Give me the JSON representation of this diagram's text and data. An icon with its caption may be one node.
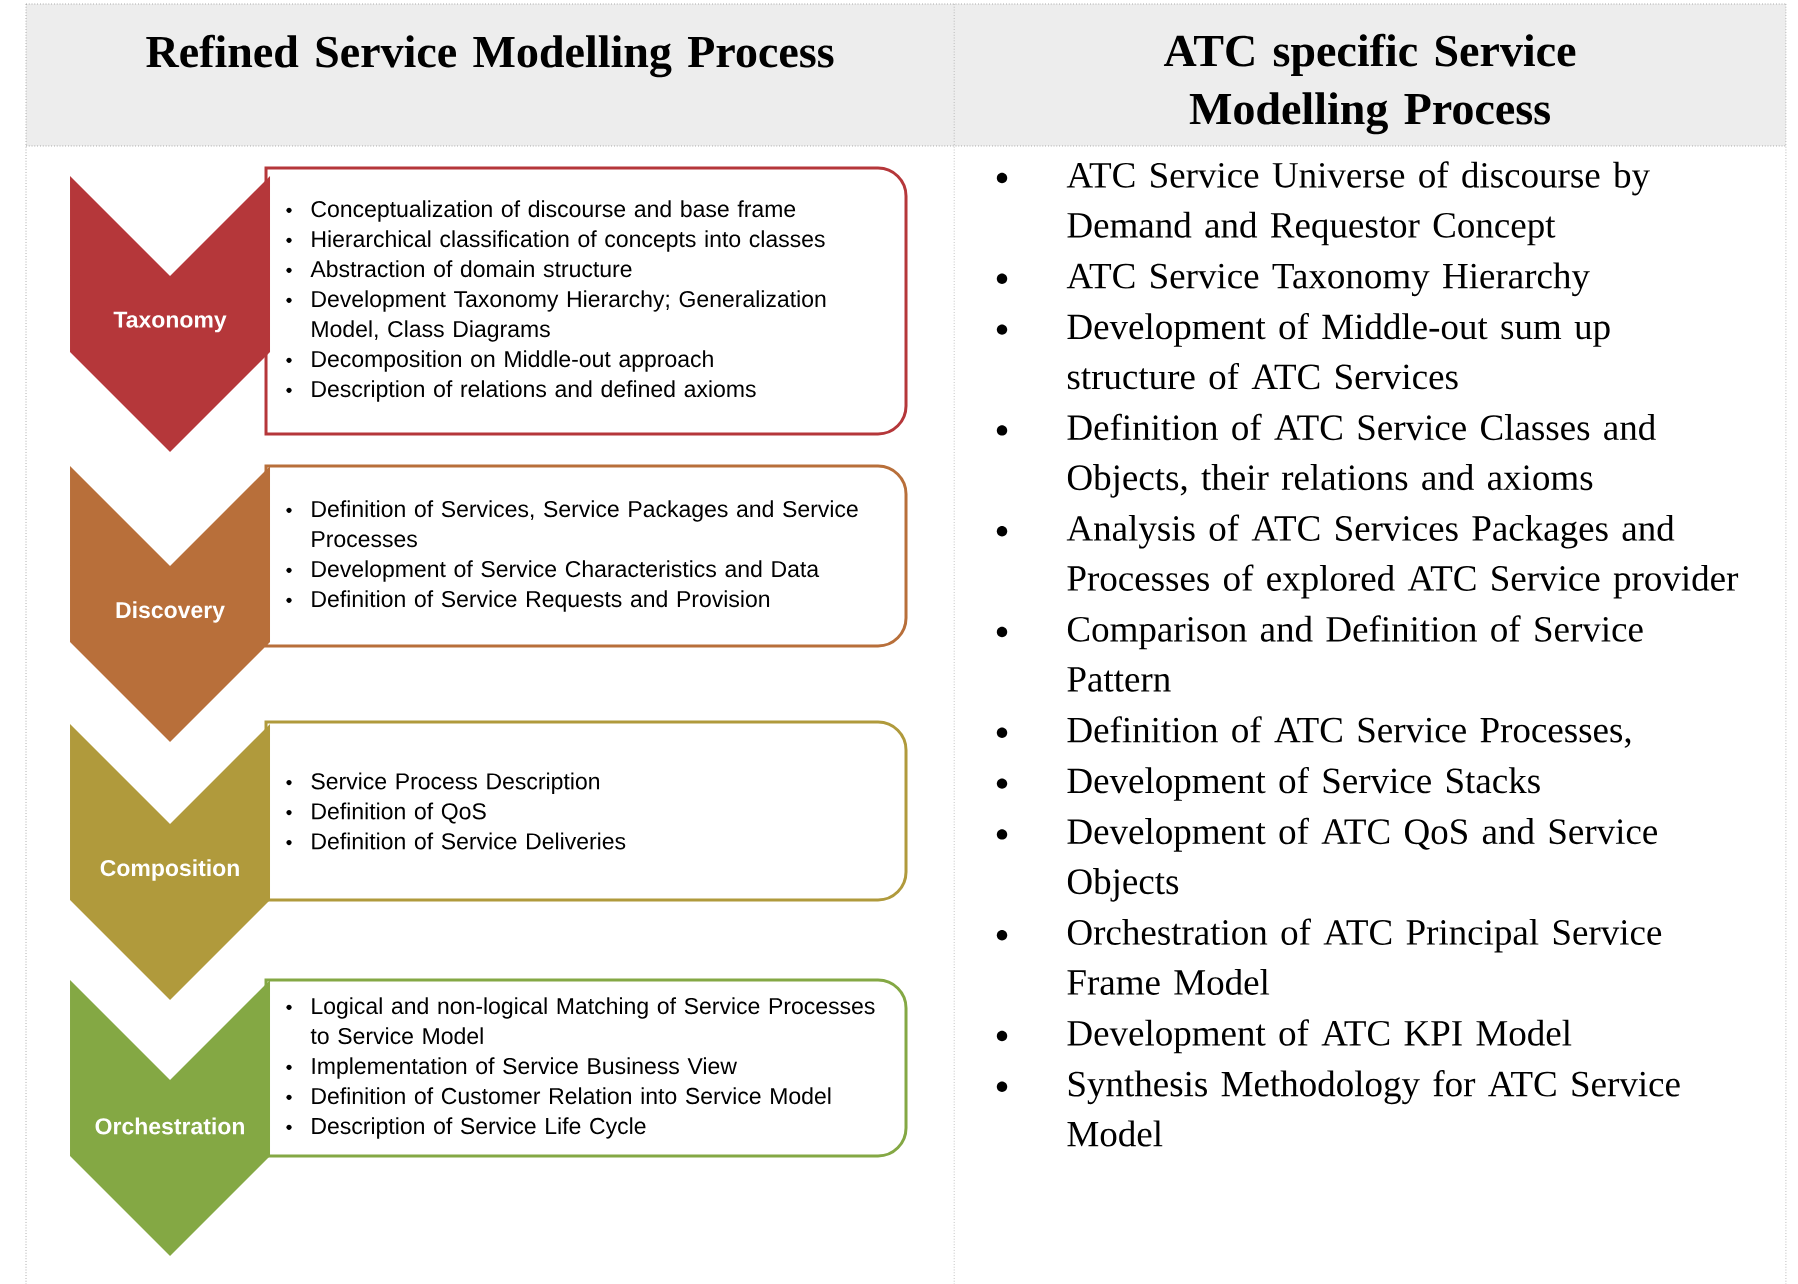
{
  "diagram": {
    "nodes": [
      {
        "text": [
          "Taxonomy"
        ]
      },
      {
        "text": [
          "Conceptualization of discourse and base frame",
          "Hierarchical classification of concepts into classes",
          "Abstraction of domain structure",
          "Development Taxonomy Hierarchy; Generalization Model, Class Diagrams",
          "Decomposition on Middle-out approach",
          "Description of relations and defined axioms"
        ]
      },
      {
        "text": [
          "Discovery"
        ]
      },
      {
        "text": [
          "Definition of Services, Service Packages and Service Processes",
          "Development of Service Characteristics and Data",
          "Definition of Service Requests and Provision"
        ]
      },
      {
        "text": [
          "Composition"
        ]
      },
      {
        "text": [
          "Service Process Description",
          "Definition of QoS",
          "Definition of Service Deliveries"
        ]
      },
      {
        "text": [
          "Orchestration"
        ]
      },
      {
        "text": [
          "Logical and non-logical Matching of Service Processes to Service Model",
          "Implementation of Service Business View",
          "Definition of Customer Relation into Service Model",
          "Description of Service Life Cycle"
        ]
      }
    ],
    "labels": [
      "Refined Service Modelling Process",
      "ATC specific Service Modelling Process",
      "ATC Service Universe of discourse by Demand and Requestor Concept",
      "ATC Service Taxonomy Hierarchy",
      "Development of Middle-out sum up structure of ATC Services",
      "Definition of ATC Service Classes and Objects, their relations and axioms",
      "Analysis of ATC Services Packages and Processes of explored ATC Service provider",
      "Comparison and Definition of Service Pattern",
      "Definition of ATC Service Processes,",
      "Development of Service Stacks",
      "Development of ATC QoS and Service Objects",
      "Orchestration of ATC Principal Service Frame Model",
      "Development of ATC KPI Model",
      "Synthesis Methodology for ATC Service Model"
    ]
  }
}
